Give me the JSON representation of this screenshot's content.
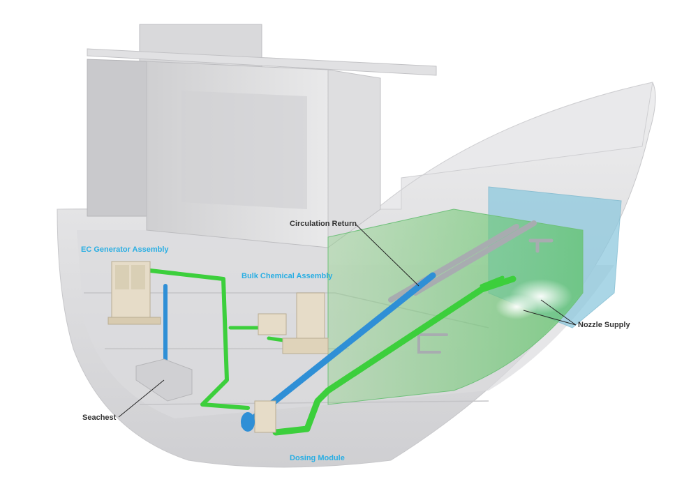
{
  "colors": {
    "ship_hull": "#e4e4e6",
    "superstructure": "#d4d4d6",
    "tank_blue": "#8ec9de",
    "tank_green": "#7fcf78",
    "pipe_green": "#3ccf3c",
    "pipe_blue": "#2f8fd6",
    "pipe_grey": "#a8acb0",
    "equipment": "#e6dcc8",
    "label_blue": "#29aee3",
    "label_dark": "#333333"
  },
  "labels": {
    "ec_generator": "EC Generator Assembly",
    "bulk_chemical": "Bulk Chemical Assembly",
    "circulation_return": "Circulation Return",
    "nozzle_supply": "Nozzle Supply",
    "seachest": "Seachest",
    "dosing_module": "Dosing Module"
  }
}
